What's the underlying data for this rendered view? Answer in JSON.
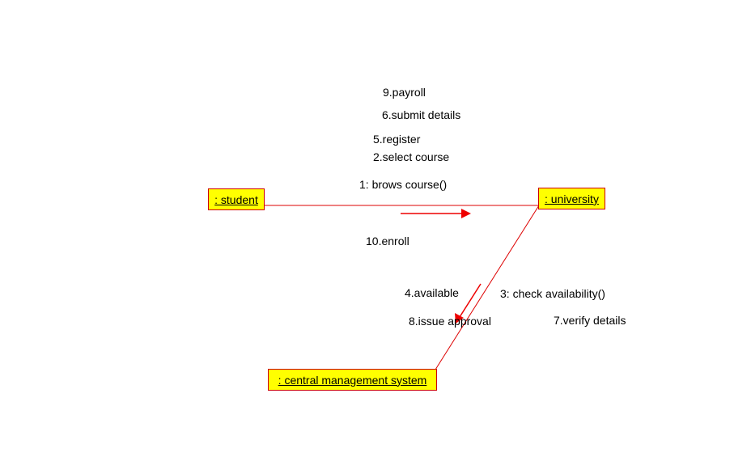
{
  "objects": {
    "student": ": student",
    "university": ": university",
    "central": ": central management system"
  },
  "messages": {
    "m9": "9.payroll",
    "m6": "6.submit details",
    "m5": "5.register",
    "m2": "2.select course",
    "m1": "1: brows course()",
    "m10": "10.enroll",
    "m4": "4.available",
    "m3": "3: check availability()",
    "m8": "8.issue approval",
    "m7": "7.verify details"
  },
  "colors": {
    "object_fill": "#ffff00",
    "object_border": "#cc0000",
    "link": "#dd0000",
    "arrow": "#ee0000",
    "text": "#000000"
  }
}
